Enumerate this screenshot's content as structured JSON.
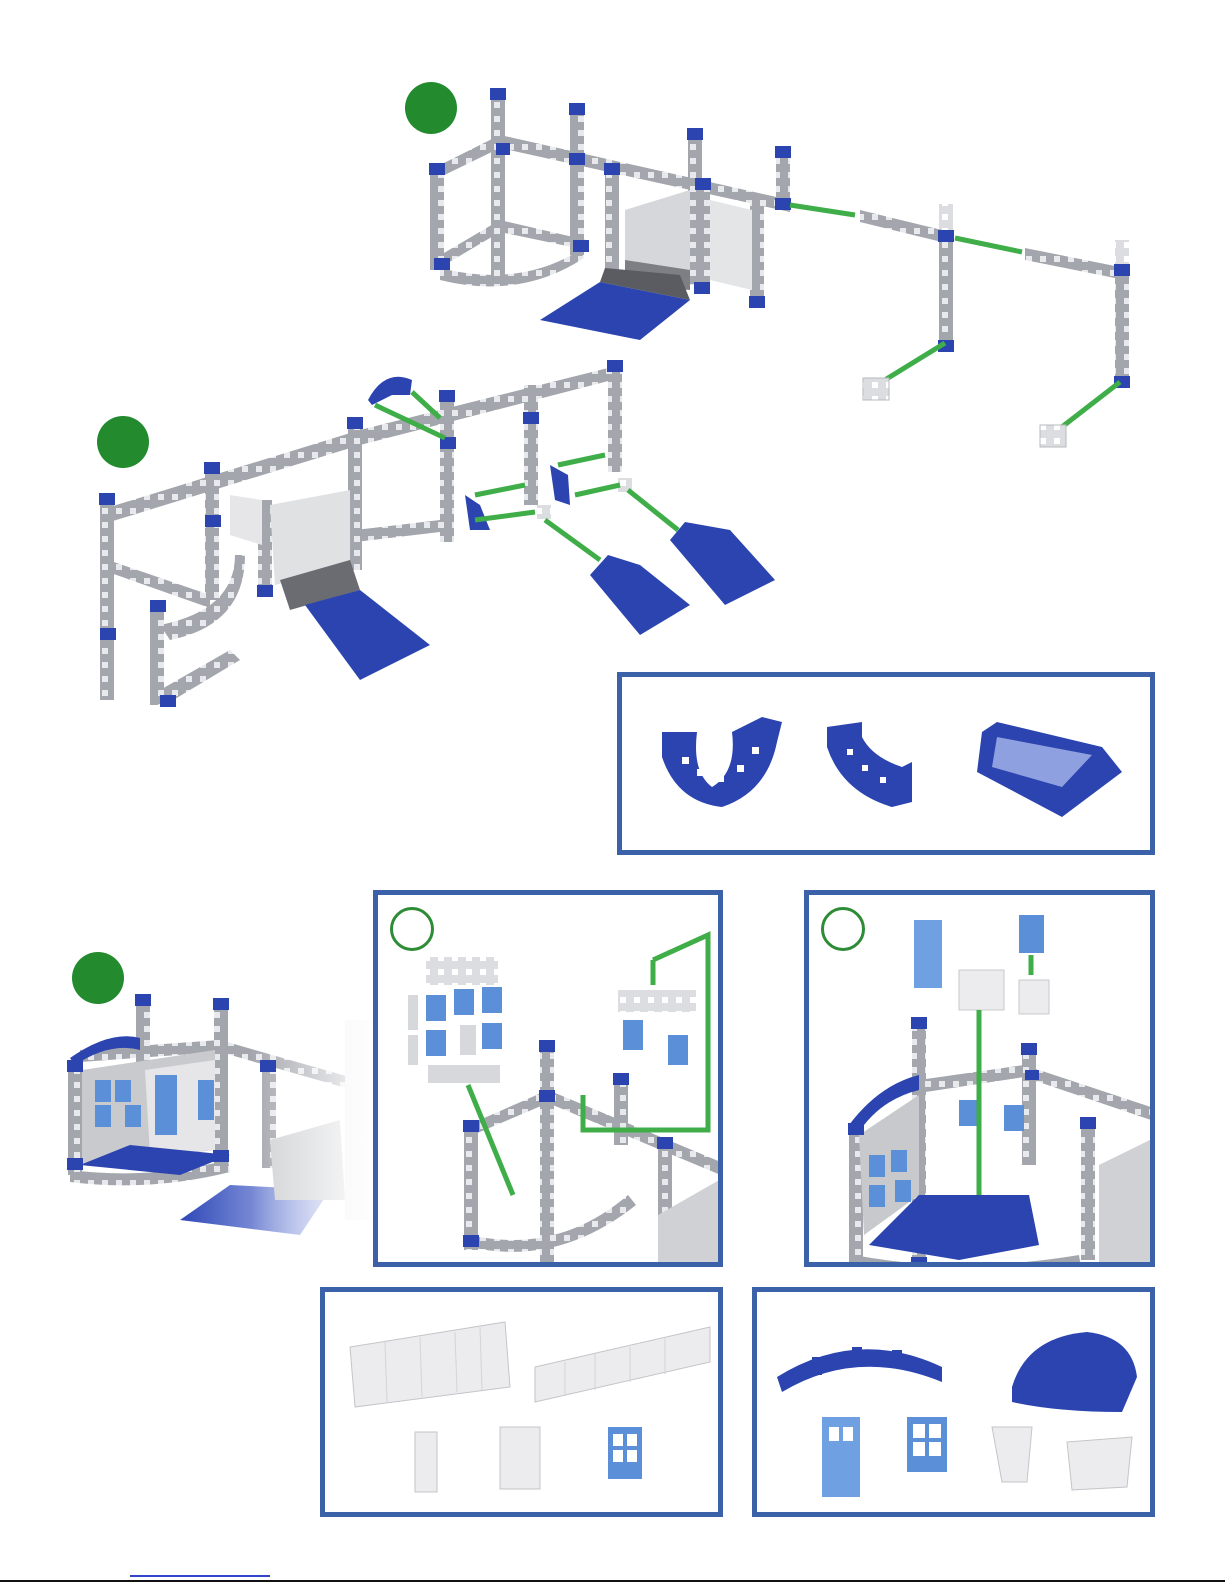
{
  "page": {
    "title": "",
    "steps": [
      {
        "id": "step-a",
        "label": ""
      },
      {
        "id": "step-b",
        "label": ""
      },
      {
        "id": "step-c",
        "label": ""
      }
    ],
    "substeps": [
      {
        "id": "substep-1",
        "label": ""
      },
      {
        "id": "substep-2",
        "label": ""
      }
    ],
    "parts_panels": [
      {
        "id": "parts-arches-ramp",
        "items": [
          "arch-bracket-large",
          "arch-bracket-small",
          "ramp-plate"
        ]
      },
      {
        "id": "parts-walls",
        "items": [
          "wall-panel-long",
          "wall-panel-segment",
          "wall-panel-single",
          "wall-panel-double",
          "window-frame"
        ]
      },
      {
        "id": "parts-roof-doors",
        "items": [
          "arch-beam",
          "roof-cap",
          "door-frame",
          "window-frame",
          "wall-corner-single",
          "wall-corner-double"
        ]
      }
    ],
    "colors": {
      "step_green": "#238a2e",
      "guide_green": "#3fae49",
      "panel_border": "#3b62a8",
      "part_blue": "#2b44b0",
      "light_blue": "#5b8fd8",
      "frame_gray": "#9a9ca3",
      "white_part": "#eceef0"
    }
  }
}
